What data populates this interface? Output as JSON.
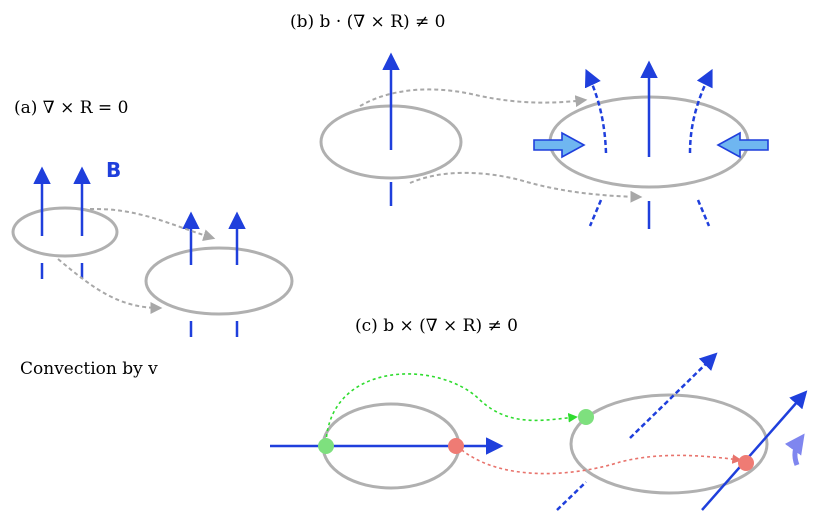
{
  "labels": {
    "panel_a": "(a) ∇ × R = 0",
    "panel_b": "(b) b · (∇ × R) ≠ 0",
    "panel_c": "(c) b × (∇ × R) ≠ 0",
    "field_symbol": "B",
    "convection": "Convection by v"
  },
  "colors": {
    "field": "#1f3fdc",
    "loop": "#b0b0b0",
    "dashed_path": "#a8a8a8",
    "compress_arrow": "#6fb6f0",
    "green_point": "#7ee07e",
    "green_path": "#2fdc2f",
    "red_point": "#ef7b74",
    "red_path": "#e8736c",
    "rotation_arrow": "#7f86ef"
  }
}
